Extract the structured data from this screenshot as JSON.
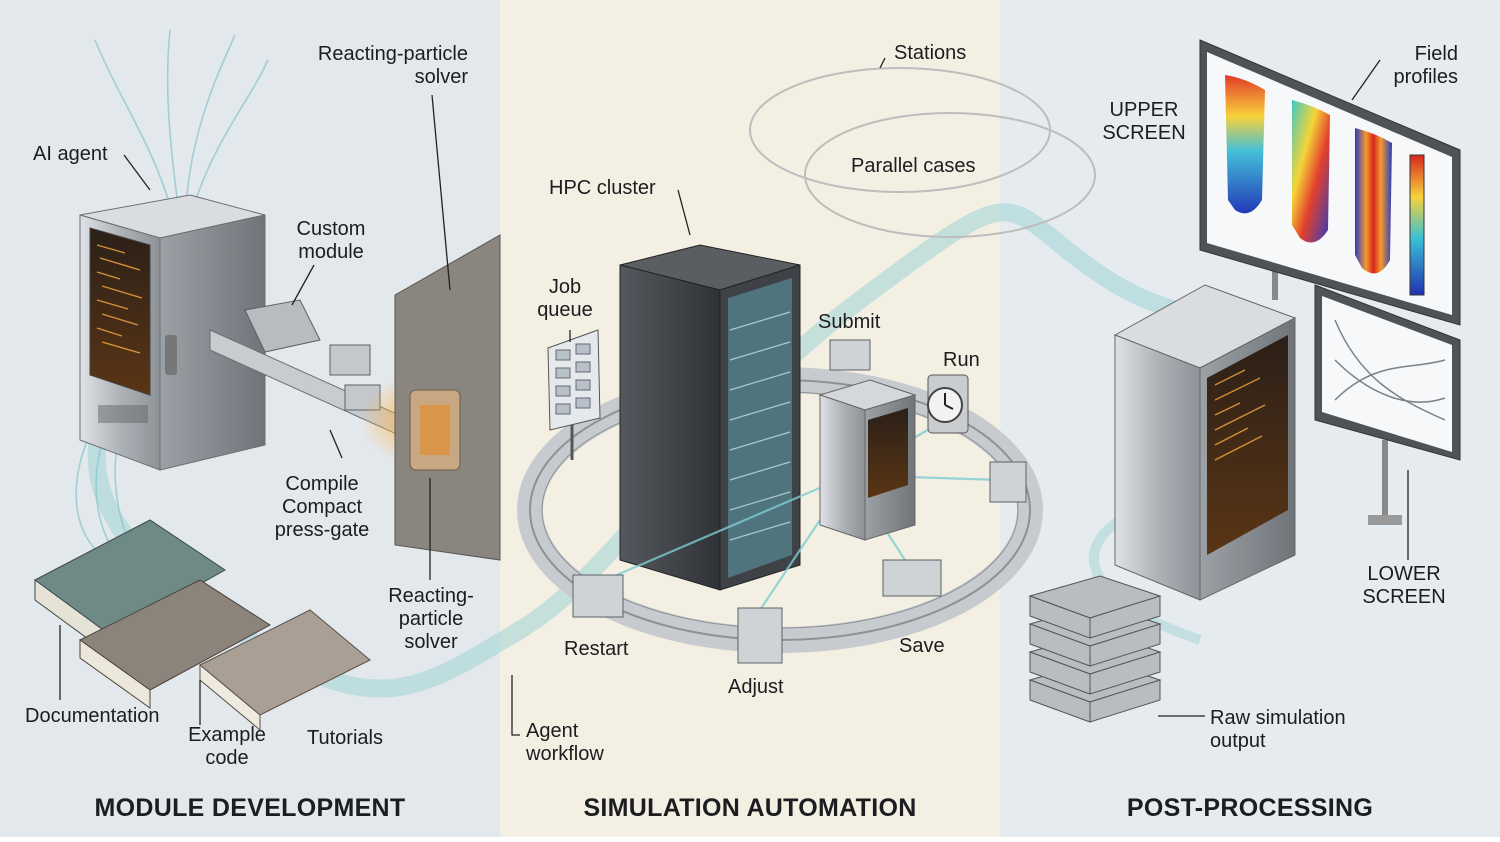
{
  "sections": {
    "module_development": "MODULE DEVELOPMENT",
    "simulation_automation": "SIMULATION AUTOMATION",
    "post_processing": "POST-PROCESSING"
  },
  "labels": {
    "ai_agent": "AI agent",
    "solver_top": [
      "Reacting-particle",
      "solver"
    ],
    "custom_module": [
      "Custom",
      "module"
    ],
    "compile": [
      "Compile",
      "Compact",
      "press-gate"
    ],
    "solver_bottom": [
      "Reacting-",
      "particle",
      "solver"
    ],
    "documentation": "Documentation",
    "example_code": [
      "Example",
      "code"
    ],
    "tutorials": "Tutorials",
    "agent_workflow": [
      "Agent",
      "workflow"
    ],
    "stations": "Stations",
    "parallel_cases": "Parallel cases",
    "hpc_cluster": "HPC cluster",
    "job_queue": [
      "Job",
      "queue"
    ],
    "submit": "Submit",
    "run": "Run",
    "restart": "Restart",
    "adjust": "Adjust",
    "save": "Save",
    "upper_screen": [
      "UPPER",
      "SCREEN"
    ],
    "field_profiles": [
      "Field",
      "profiles"
    ],
    "lower_screen": [
      "LOWER",
      "SCREEN"
    ],
    "raw_output": [
      "Raw simulation",
      "output"
    ]
  },
  "colors": {
    "panel_left": "#e3e8ec",
    "panel_middle": "#f4efe3",
    "panel_right": "#e6ebef",
    "flow_ribbon": "#9fd3d6",
    "steel": "#b9bdc2",
    "rack_dark": "#3e4247",
    "glow": "#f2a23c",
    "code_screen": "#3a2a1c"
  },
  "icons": [
    "ai-agent-server-icon",
    "solver-box-icon",
    "module-connector-icon",
    "books-icon",
    "hpc-rack-icon",
    "job-queue-board-icon",
    "clock-icon",
    "conveyor-ring-icon",
    "field-profile-display-icon",
    "line-plot-display-icon",
    "postprocessing-server-icon",
    "storage-stack-icon"
  ]
}
